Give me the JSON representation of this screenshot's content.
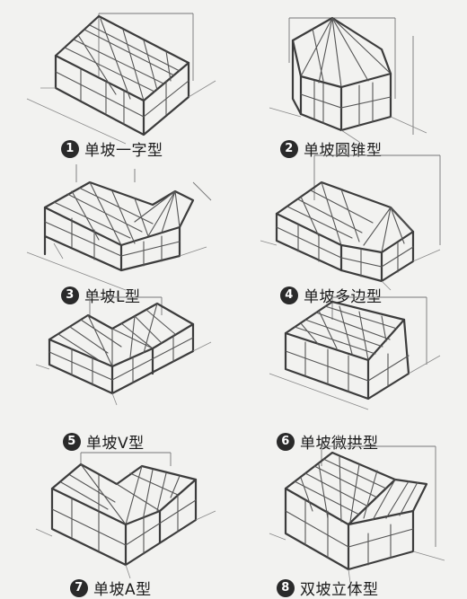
{
  "items": [
    {
      "number": "1",
      "label": "单坡一字型",
      "icon": "lean-to-straight-sunroom-icon"
    },
    {
      "number": "2",
      "label": "单坡圆锥型",
      "icon": "lean-to-conical-sunroom-icon"
    },
    {
      "number": "3",
      "label": "单坡L型",
      "icon": "lean-to-l-shaped-sunroom-icon"
    },
    {
      "number": "4",
      "label": "单坡多边型",
      "icon": "lean-to-polygonal-sunroom-icon"
    },
    {
      "number": "5",
      "label": "单坡V型",
      "icon": "lean-to-v-shaped-sunroom-icon"
    },
    {
      "number": "6",
      "label": "单坡微拱型",
      "icon": "lean-to-slight-arch-sunroom-icon"
    },
    {
      "number": "7",
      "label": "单坡A型",
      "icon": "lean-to-a-shaped-sunroom-icon"
    },
    {
      "number": "8",
      "label": "双坡立体型",
      "icon": "double-pitch-3d-sunroom-icon"
    }
  ],
  "colors": {
    "background": "#f2f2f0",
    "line": "#3c3c3c",
    "badge": "#2a2a2a"
  }
}
